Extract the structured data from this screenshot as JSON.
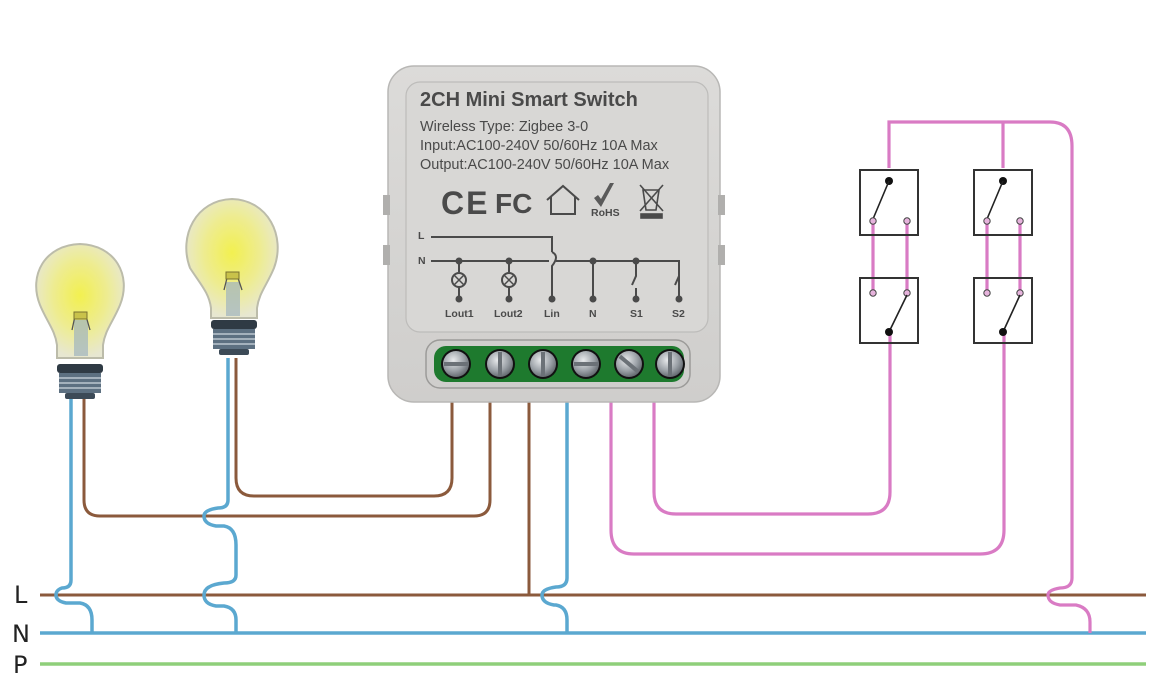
{
  "device": {
    "title": "2CH Mini Smart Switch",
    "specs": [
      "Wireless Type: Zigbee 3-0",
      "Input:AC100-240V 50/60Hz 10A Max",
      "Output:AC100-240V 50/60Hz 10A Max"
    ],
    "certifications": {
      "ce": "CE",
      "fcc": "FC",
      "rohs": "RoHS",
      "icons": [
        "ce-mark-icon",
        "fcc-mark-icon",
        "home-icon",
        "rohs-check-icon",
        "weee-bin-icon"
      ]
    },
    "schematic": {
      "line_L": "L",
      "line_N": "N",
      "terminals": [
        "Lout1",
        "Lout2",
        "Lin",
        "N",
        "S1",
        "S2"
      ]
    }
  },
  "bus": {
    "labels": [
      "L",
      "N",
      "P"
    ]
  },
  "colors": {
    "live": "#8B5A3C",
    "neutral": "#5BA8D0",
    "earth": "#8FCF7A",
    "switch_wire": "#D97BC4",
    "device_body": "#D9D8D6",
    "terminal_block": "#1E7A2E"
  }
}
